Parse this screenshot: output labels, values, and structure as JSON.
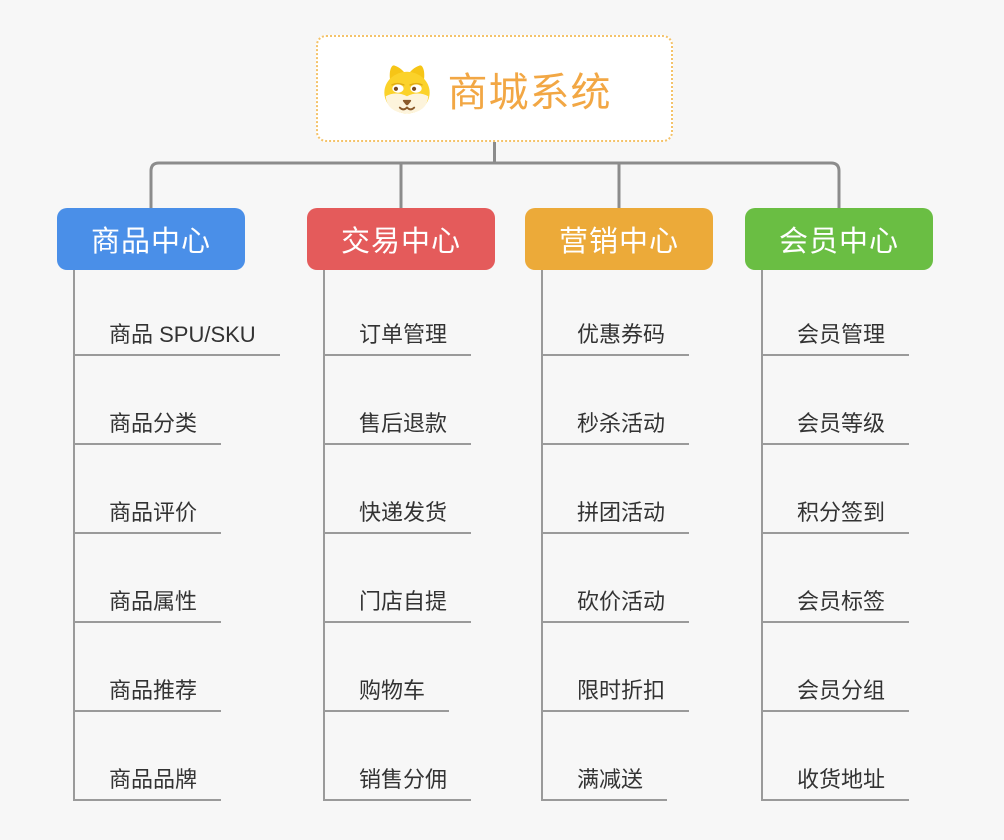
{
  "app": {
    "background": "#f7f7f7",
    "connector_color": "#8c8c8c",
    "underline_color": "#9a9a9a"
  },
  "root": {
    "label": "商城系统",
    "icon": "dog-face-icon",
    "text_color": "#f2a744",
    "border_color": "#f4c36a",
    "background": "#ffffff"
  },
  "branches": [
    {
      "label": "商品中心",
      "color": "#4a8fe8",
      "items": [
        "商品 SPU/SKU",
        "商品分类",
        "商品评价",
        "商品属性",
        "商品推荐",
        "商品品牌"
      ]
    },
    {
      "label": "交易中心",
      "color": "#e45b5b",
      "items": [
        "订单管理",
        "售后退款",
        "快递发货",
        "门店自提",
        "购物车",
        "销售分佣"
      ]
    },
    {
      "label": "营销中心",
      "color": "#ecaa39",
      "items": [
        "优惠券码",
        "秒杀活动",
        "拼团活动",
        "砍价活动",
        "限时折扣",
        "满减送"
      ]
    },
    {
      "label": "会员中心",
      "color": "#6abe43",
      "items": [
        "会员管理",
        "会员等级",
        "积分签到",
        "会员标签",
        "会员分组",
        "收货地址"
      ]
    }
  ]
}
